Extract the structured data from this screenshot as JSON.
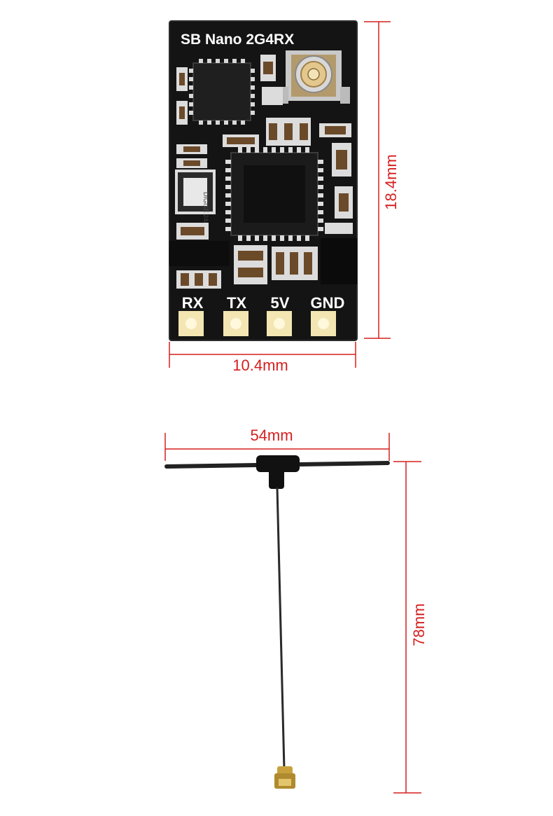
{
  "board": {
    "title": "SB Nano  2G4RX",
    "pins": [
      "RX",
      "TX",
      "5V",
      "GND"
    ],
    "chip_marking": "DIGI1E 24x4G"
  },
  "dimensions": {
    "board_width": "10.4mm",
    "board_height": "18.4mm",
    "antenna_width": "54mm",
    "antenna_height": "78mm"
  },
  "colors": {
    "pcb": "#111111",
    "dimension_line": "#d61f1f",
    "pad": "#f3e6b3",
    "connector": "#c8a13d"
  }
}
